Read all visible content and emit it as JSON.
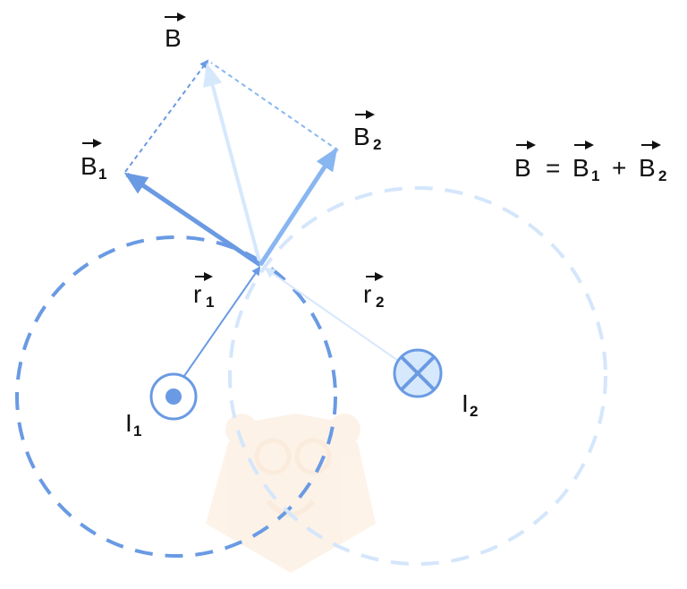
{
  "labels": {
    "B": "B",
    "B1": "B",
    "B1_sub": "1",
    "B2": "B",
    "B2_sub": "2",
    "r1": "r",
    "r1_sub": "1",
    "r2": "r",
    "r2_sub": "2",
    "I1": "I",
    "I1_sub": "1",
    "I2": "I",
    "I2_sub": "2"
  },
  "formula": {
    "lhs": "B",
    "eq": "=",
    "t1": "B",
    "t1_sub": "1",
    "plus": "+",
    "t2": "B",
    "t2_sub": "2"
  },
  "colors": {
    "dark_blue": "#6a9ae3",
    "mid_blue": "#88b6f0",
    "light_blue": "#cfe4fb",
    "text": "#111111",
    "watermark": "#fbe9d5"
  },
  "icons": {
    "current_out": "dot-in-circle-icon",
    "current_in": "cross-in-circle-icon",
    "watermark": "bear-mascot-icon"
  }
}
